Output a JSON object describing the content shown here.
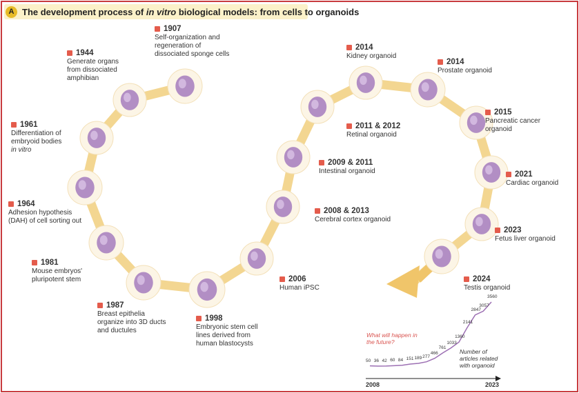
{
  "panel": {
    "badge": "A",
    "title_prefix": "The development process of ",
    "title_italic": "in vitro",
    "title_suffix": " biological models: from cells to organoids"
  },
  "milestones": [
    {
      "year": "1907",
      "lines": [
        "Self-organization and",
        "regeneration of",
        "dissociated sponge cells"
      ],
      "icon": "sponge-cell-icon"
    },
    {
      "year": "1944",
      "lines": [
        "Generate organs",
        "from dissociated",
        "amphibian"
      ],
      "icon": "embryo-icon"
    },
    {
      "year": "1961",
      "lines": [
        "Differentiation of",
        "embryoid bodies"
      ],
      "italic_line": "in vitro",
      "icon": "frog-icon"
    },
    {
      "year": "1964",
      "lines": [
        "Adhesion hypothesis",
        "(DAH) of cell sorting out"
      ],
      "icon": "cell-cluster-icon"
    },
    {
      "year": "1981",
      "lines": [
        "Mouse embryos'",
        "pluripotent stem"
      ],
      "icon": "blastocyst-icon"
    },
    {
      "year": "1987",
      "lines": [
        "Breast epithelia",
        "organize into 3D ducts",
        "and ductules"
      ],
      "icon": "breast-duct-icon"
    },
    {
      "year": "1998",
      "lines": [
        "Embryonic stem cell",
        "lines derived from",
        "human blastocysts"
      ],
      "icon": "embryonic-stem-cell-icon"
    },
    {
      "year": "2006",
      "lines": [
        "Human iPSC"
      ],
      "icon": "ipsc-icon"
    },
    {
      "year": "2008 & 2013",
      "lines": [
        "Cerebral cortex organoid"
      ],
      "icon": "brain-icon"
    },
    {
      "year": "2009 & 2011",
      "lines": [
        "Intestinal organoid"
      ],
      "icon": "intestine-icon"
    },
    {
      "year": "2011 & 2012",
      "lines": [
        "Retinal organoid"
      ],
      "icon": "eye-icon"
    },
    {
      "year": "2014",
      "lines": [
        "Kidney organoid"
      ],
      "icon": "kidney-icon"
    },
    {
      "year": "2014",
      "lines": [
        "Prostate organoid"
      ],
      "icon": "prostate-icon"
    },
    {
      "year": "2015",
      "lines": [
        "Pancreatic cancer",
        "organoid"
      ],
      "icon": "pancreas-icon"
    },
    {
      "year": "2021",
      "lines": [
        "Cardiac organoid"
      ],
      "icon": "heart-icon"
    },
    {
      "year": "2023",
      "lines": [
        "Fetus liver organoid"
      ],
      "icon": "liver-icon"
    },
    {
      "year": "2024",
      "lines": [
        "Testis organoid"
      ],
      "icon": "testis-icon"
    }
  ],
  "future_note": [
    "What will happen in",
    "the future?"
  ],
  "articles_note": [
    "Number of",
    "articles related",
    "with organoid"
  ],
  "colors": {
    "frame": "#c83a3e",
    "path": "#f3d691",
    "circle_fill": "#fcf5e6",
    "organ": "#a57bbd",
    "marker": "#e45c4c",
    "note_red": "#d9534f"
  },
  "chart_data": {
    "type": "line",
    "x": [
      2008,
      2009,
      2010,
      2011,
      2012,
      2013,
      2014,
      2015,
      2016,
      2017,
      2018,
      2019,
      2020,
      2021,
      2022,
      2023
    ],
    "values": [
      50,
      36,
      42,
      60,
      84,
      151,
      189,
      277,
      466,
      761,
      1033,
      1360,
      2141,
      2847,
      3057,
      3560
    ],
    "x_start_label": "2008",
    "x_end_label": "2023"
  }
}
